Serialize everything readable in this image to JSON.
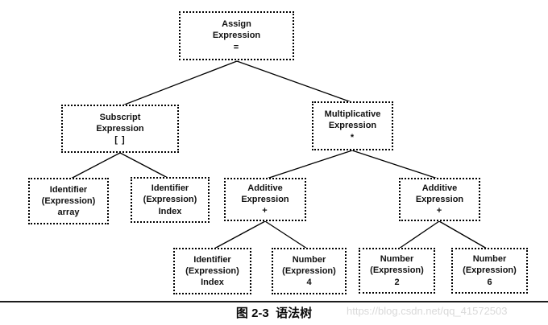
{
  "diagram": {
    "title_semantics": "syntax-tree",
    "colors": {
      "background": "#ffffff",
      "node_border": "#000000",
      "node_text": "#101010",
      "edge_line": "#000000",
      "caption_text": "#0a0a0a",
      "watermark_text": "#d9d9d9"
    },
    "nodes": [
      {
        "id": "assign-expression",
        "line1": "Assign",
        "line2": "Expression",
        "line3": "="
      },
      {
        "id": "subscript-expression",
        "line1": "Subscript",
        "line2": "Expression",
        "line3": "[ ]"
      },
      {
        "id": "multiplicative-expression",
        "line1": "Multiplicative",
        "line2": "Expression",
        "line3": "*"
      },
      {
        "id": "identifier-array",
        "line1": "Identifier",
        "line2": "(Expression)",
        "line3": "array"
      },
      {
        "id": "identifier-index-1",
        "line1": "Identifier",
        "line2": "(Expression)",
        "line3": "Index"
      },
      {
        "id": "additive-expression-1",
        "line1": "Additive",
        "line2": "Expression",
        "line3": "+"
      },
      {
        "id": "additive-expression-2",
        "line1": "Additive",
        "line2": "Expression",
        "line3": "+"
      },
      {
        "id": "identifier-index-2",
        "line1": "Identifier",
        "line2": "(Expression)",
        "line3": "Index"
      },
      {
        "id": "number-4",
        "line1": "Number",
        "line2": "(Expression)",
        "line3": "4"
      },
      {
        "id": "number-2",
        "line1": "Number",
        "line2": "(Expression)",
        "line3": "2"
      },
      {
        "id": "number-6",
        "line1": "Number",
        "line2": "(Expression)",
        "line3": "6"
      }
    ],
    "edges": [
      {
        "from": "assign-expression",
        "to": "subscript-expression"
      },
      {
        "from": "assign-expression",
        "to": "multiplicative-expression"
      },
      {
        "from": "subscript-expression",
        "to": "identifier-array"
      },
      {
        "from": "subscript-expression",
        "to": "identifier-index-1"
      },
      {
        "from": "multiplicative-expression",
        "to": "additive-expression-1"
      },
      {
        "from": "multiplicative-expression",
        "to": "additive-expression-2"
      },
      {
        "from": "additive-expression-1",
        "to": "identifier-index-2"
      },
      {
        "from": "additive-expression-1",
        "to": "number-4"
      },
      {
        "from": "additive-expression-2",
        "to": "number-2"
      },
      {
        "from": "additive-expression-2",
        "to": "number-6"
      }
    ],
    "caption": "图 2-3  语法树",
    "watermark": "https://blog.csdn.net/qq_41572503"
  }
}
